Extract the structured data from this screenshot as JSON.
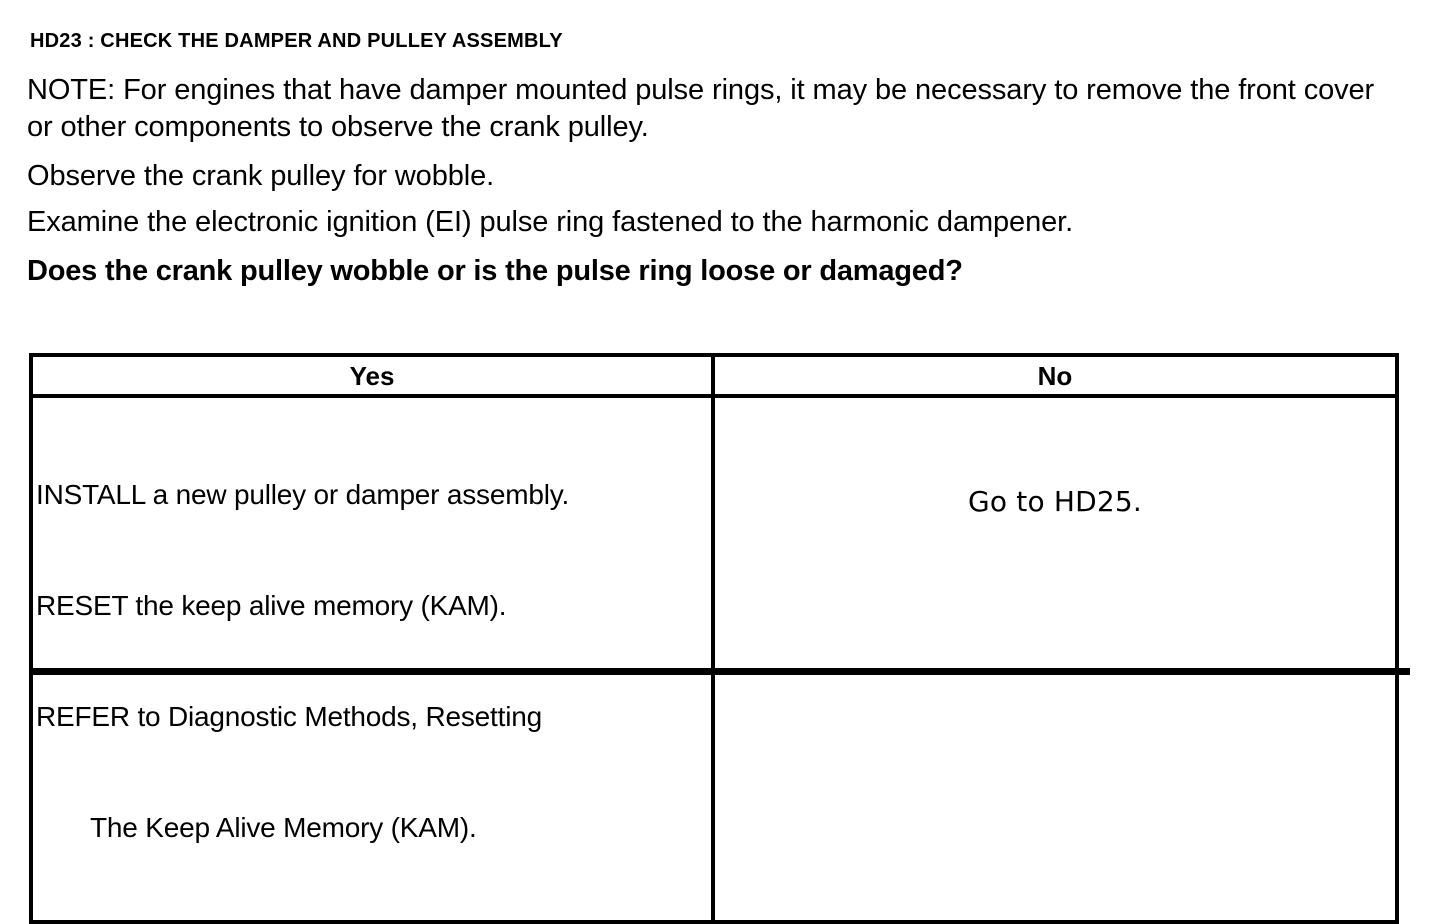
{
  "document": {
    "step_title": "HD23 : CHECK THE DAMPER AND PULLEY ASSEMBLY",
    "paragraphs": [
      "NOTE: For engines that have damper mounted pulse rings, it may be necessary to remove the front cover or other components to observe the crank pulley.",
      "Observe the crank pulley for wobble.",
      "Examine the electronic ignition (EI) pulse ring fastened to the harmonic dampener."
    ],
    "question": "Does the crank pulley wobble or is the pulse ring loose or damaged?"
  },
  "table": {
    "headers": {
      "yes": "Yes",
      "no": "No"
    },
    "yes_actions": [
      "INSTALL a new pulley or damper assembly.",
      "RESET the keep alive memory (KAM).",
      "REFER to Diagnostic Methods, Resetting",
      "The Keep Alive Memory (KAM)."
    ],
    "no_action": "Go to HD25."
  },
  "colors": {
    "ink": "#000000",
    "paper": "#ffffff"
  }
}
